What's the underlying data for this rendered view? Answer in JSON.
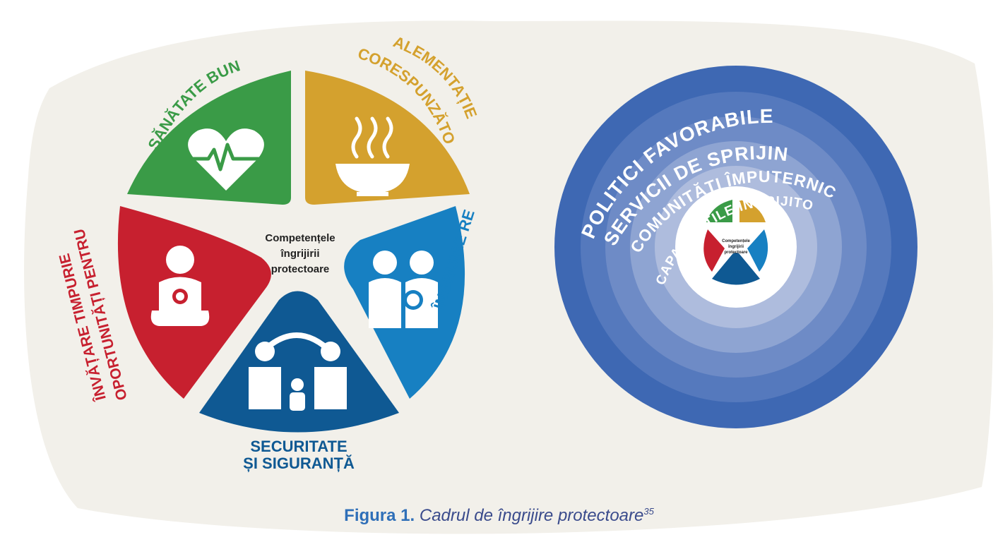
{
  "colors": {
    "background_blob": "#f2f0ea",
    "green": "#3a9b47",
    "yellow": "#d4a12e",
    "red": "#c7202f",
    "blue": "#1780c2",
    "navy": "#0f5993",
    "ring_1": "#3e68b3",
    "ring_2": "#5579bd",
    "ring_3": "#6e8bc6",
    "ring_4": "#8ea4d2",
    "ring_5": "#aebcdd",
    "label_white": "#ffffff"
  },
  "left_diagram": {
    "center_label_lines": [
      "Competențele",
      "îngrijirii",
      "protectoare"
    ],
    "segments": [
      {
        "label_lines": [
          "SĂNĂTATE BUNĂ"
        ],
        "color_key": "green",
        "icon": "heart-pulse-icon"
      },
      {
        "label_lines": [
          "ALEMENTAȚIE",
          "CORESPUNZĂTOARE"
        ],
        "color_key": "yellow",
        "icon": "steaming-bowl-icon"
      },
      {
        "label_lines": [
          "ÎNGRIJIRE RECEPTIVĂ"
        ],
        "color_key": "blue",
        "icon": "caregivers-holding-baby-icon"
      },
      {
        "label_lines": [
          "SECURITATE",
          "ȘI SIGURANȚĂ"
        ],
        "color_key": "navy",
        "icon": "family-shelter-icon"
      },
      {
        "label_lines": [
          "OPORTUNITĂȚI PENTRU",
          "ÎNVĂȚARE TIMPURIE"
        ],
        "color_key": "red",
        "icon": "child-learning-icon"
      }
    ]
  },
  "right_diagram": {
    "rings": [
      {
        "label": "POLITICI FAVORABILE",
        "color_key": "ring_1"
      },
      {
        "label": "SERVICII DE SPRIJIN",
        "color_key": "ring_2"
      },
      {
        "label": "COMUNITĂȚI ÎMPUTERNICITE",
        "color_key": "ring_3"
      },
      {
        "label": "CAPACITĂȚILE ÎNGRIJITORILOR",
        "color_key": "ring_4"
      }
    ],
    "center_label_lines": [
      "Competențele",
      "îngrijirii",
      "protectoare"
    ]
  },
  "caption": {
    "figure_label": "Figura 1.",
    "text": "Cadrul de îngrijire protectoare",
    "footnote": "35"
  }
}
